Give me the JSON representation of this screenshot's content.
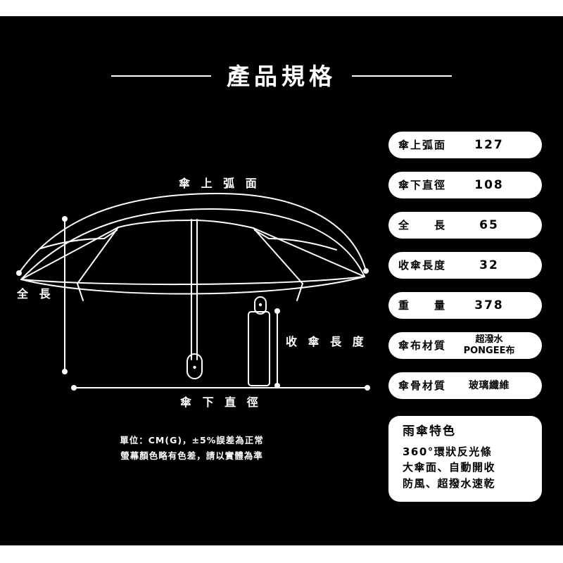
{
  "header": {
    "title": "產品規格"
  },
  "diagram": {
    "labels": {
      "canopy_arc": "傘 上 弧 面",
      "total_length": "全 長",
      "folded_length": "收 傘 長 度",
      "canopy_diameter": "傘 下 直 徑"
    }
  },
  "footnote": {
    "line1": "單位：CM(G)，±5%誤差為正常",
    "line2": "螢幕顏色略有色差，請以實體為準"
  },
  "specs": [
    {
      "name": "傘上弧面",
      "value": "127",
      "type": "number"
    },
    {
      "name": "傘下直徑",
      "value": "108",
      "type": "number"
    },
    {
      "name": "全　　長",
      "value": "65",
      "type": "number"
    },
    {
      "name": "收傘長度",
      "value": "32",
      "type": "number"
    },
    {
      "name": "重　　量",
      "value": "378",
      "type": "number"
    },
    {
      "name": "傘布材質",
      "value_line1": "超潑水",
      "value_line2": "PONGEE布",
      "type": "two-line"
    },
    {
      "name": "傘骨材質",
      "value": "玻璃纖維",
      "type": "text"
    }
  ],
  "feature_card": {
    "title": "雨傘特色",
    "lines": [
      "360°環狀反光條",
      "大傘面、自動開收",
      "防風、超撥水速乾"
    ]
  },
  "colors": {
    "background": "#000000",
    "letterbox": "#ffffff",
    "line": "#ffffff",
    "card_background": "#ffffff",
    "card_text": "#000000"
  }
}
